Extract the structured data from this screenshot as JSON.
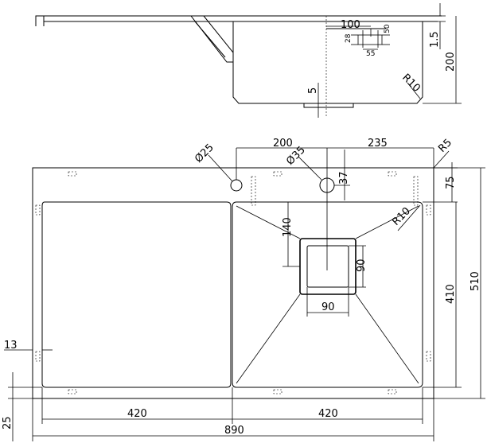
{
  "drawing": {
    "top_view": {
      "dims": {
        "tap_offset": "100",
        "hole_h": "50",
        "hole_small": "28",
        "hole_w": "55",
        "rim": "1.5",
        "depth": "200",
        "slope": "5",
        "radius": "R10"
      }
    },
    "plan_view": {
      "dims": {
        "tap_hole_1": "Ø25",
        "tap_hole_2": "Ø35",
        "dist_left": "200",
        "dist_right": "235",
        "corner": "R5",
        "hole_offset": "37",
        "rim_width": "75",
        "drain_offset": "140",
        "bowl_radius": "R10",
        "drain_h": "90",
        "drain_w": "90",
        "bowl_depth": "410",
        "total_depth": "510",
        "edge_left": "13",
        "edge_bottom": "25",
        "drainer_width": "420",
        "bowl_width": "420",
        "total_width": "890"
      }
    }
  }
}
